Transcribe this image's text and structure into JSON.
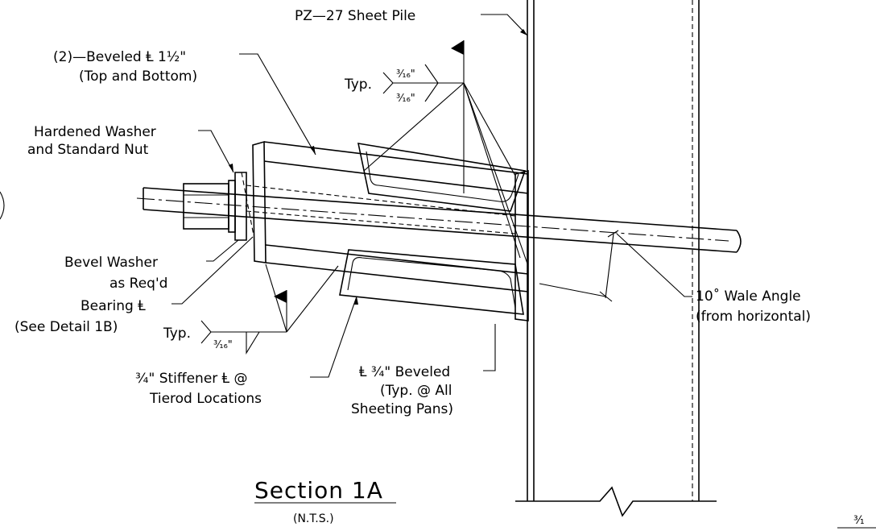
{
  "labels": {
    "sheet_pile": "PZ—27 Sheet Pile",
    "beveled_plate_1": "(2)—Beveled Ⱡ 1½\"",
    "beveled_plate_2": "(Top and Bottom)",
    "washer_1": "Hardened Washer",
    "washer_2": "and Standard Nut",
    "bevel_washer_1": "Bevel Washer",
    "bevel_washer_2": "as Req'd",
    "bearing_1": "Bearing Ⱡ",
    "bearing_2": "(See Detail 1B)",
    "stiffener_1": "¾\" Stiffener Ⱡ @",
    "stiffener_2": "Tierod Locations",
    "plate_beveled_1": "Ⱡ ¾\" Beveled",
    "plate_beveled_2": "(Typ. @ All",
    "plate_beveled_3": "Sheeting Pans)",
    "wale_angle_1": "10˚ Wale Angle",
    "wale_angle_2": "(from horizontal)",
    "weld_typ_top": "Typ.",
    "weld_size_top_a": "³⁄₁₆\"",
    "weld_size_top_b": "³⁄₁₆\"",
    "weld_typ_bottom": "Typ.",
    "weld_size_bottom": "³⁄₁₆\"",
    "edge_fragment": "³⁄₁"
  },
  "title": {
    "main": "Section  1A",
    "sub": "(N.T.S.)"
  }
}
